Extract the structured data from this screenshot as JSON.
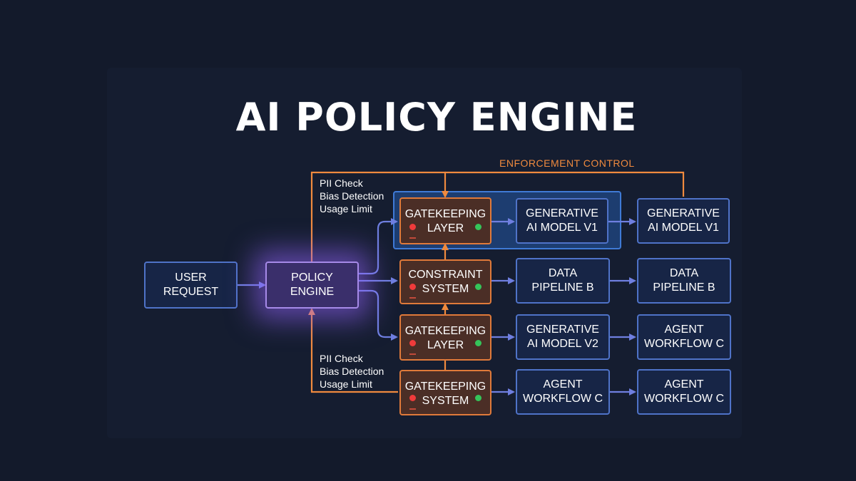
{
  "title": "AI POLICY ENGINE",
  "enforcement_label": "ENFORCEMENT CONTROL",
  "checks_top": [
    "PII Check",
    "Bias Detection",
    "Usage Limit"
  ],
  "checks_bottom": [
    "PII Check",
    "Bias Detection",
    "Usage Limit"
  ],
  "nodes": {
    "user_request": [
      "USER",
      "REQUEST"
    ],
    "policy_engine": [
      "POLICY",
      "ENGINE"
    ],
    "gate_1": [
      "GATEKEEPING",
      "LAYER"
    ],
    "constraint": [
      "CONSTRAINT",
      "SYSTEM"
    ],
    "gate_2": [
      "GATEKEEPING",
      "LAYER"
    ],
    "gate_sys": [
      "GATEKEEPING",
      "SYSTEM"
    ],
    "gen_v1_a": [
      "GENERATIVE",
      "AI MODEL V1"
    ],
    "gen_v1_b": [
      "GENERATIVE",
      "AI MODEL V1"
    ],
    "data_b_a": [
      "DATA",
      "PIPELINE B"
    ],
    "data_b_b": [
      "DATA",
      "PIPELINE B"
    ],
    "gen_v2": [
      "GENERATIVE",
      "AI MODEL V2"
    ],
    "agent_c_a": [
      "AGENT",
      "WORKFLOW C"
    ],
    "agent_c_b": [
      "AGENT",
      "WORKFLOW C"
    ],
    "agent_c_c": [
      "AGENT",
      "WORKFLOW C"
    ]
  },
  "colors": {
    "background": "#131a2b",
    "blue_border": "#4f73c8",
    "orange_border": "#e07a3a",
    "purple_border": "#a68ae8",
    "arrow_blue": "#6f7fe0",
    "arrow_orange": "#f08a3e",
    "led_red": "#ef3b3b",
    "led_green": "#35c45a"
  }
}
